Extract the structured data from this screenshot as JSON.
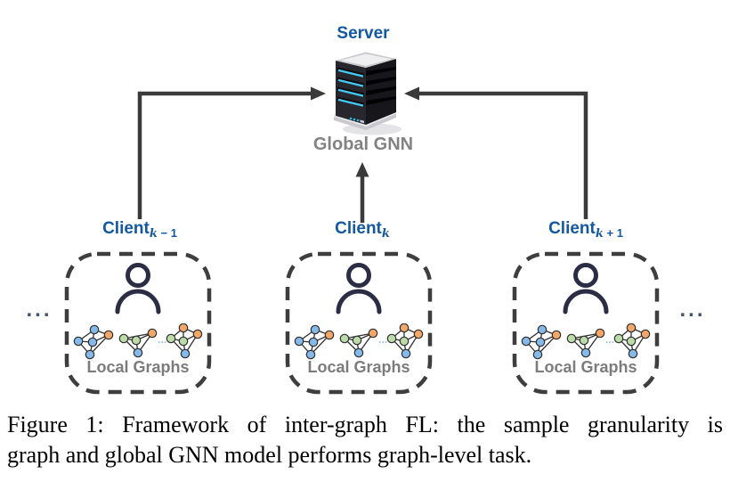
{
  "figure": {
    "server": {
      "label": "Server",
      "model_label": "Global GNN"
    },
    "clients": [
      {
        "base": "Client",
        "sub_var": "k",
        "sub_op": " − 1",
        "local_label": "Local Graphs"
      },
      {
        "base": "Client",
        "sub_var": "k",
        "sub_op": "",
        "local_label": "Local Graphs"
      },
      {
        "base": "Client",
        "sub_var": "k",
        "sub_op": " + 1",
        "local_label": "Local Graphs"
      }
    ],
    "outer_ellipsis_left": "...",
    "outer_ellipsis_right": "...",
    "inner_ellipsis": "...",
    "colors": {
      "label_blue": "#1459A0",
      "model_gray": "#828282",
      "local_gray": "#7C7C7C",
      "arrow_dark": "#3A3A3A",
      "box_dash": "#3E3E3E",
      "person_navy": "#2B2D45",
      "node_blue": "#85B9E9",
      "node_green": "#BBDCA9",
      "node_orange": "#F2A768",
      "edge_dark": "#2F2F2F",
      "server_led_cyan": "#45C8F2",
      "ellipsis_navy": "#44546A",
      "ellipsis_light_blue": "#9CC3E8"
    }
  },
  "caption": {
    "line1": "Figure 1: Framework of inter-graph FL: the sample granularity is",
    "line2": "graph and global GNN model performs graph-level task."
  }
}
